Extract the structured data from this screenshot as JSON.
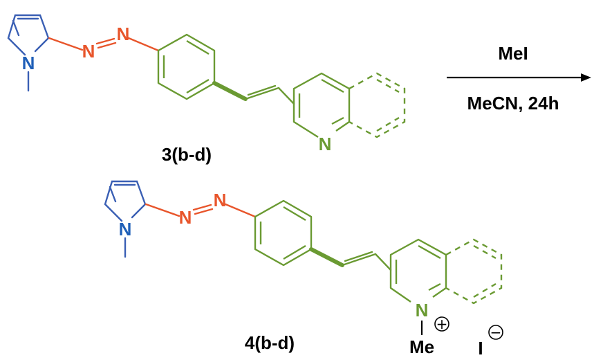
{
  "colors": {
    "pyrrole": "#3a5fb4",
    "nitrogen_blue": "#1f5fb8",
    "azo": "#e8552b",
    "styryl": "#6a9a32",
    "text": "#000000"
  },
  "reaction": {
    "reagent": "MeI",
    "conditions": "MeCN, 24h"
  },
  "compounds": {
    "reactant": {
      "label": "3(b-d)",
      "atom_n_pyrrole": "N",
      "atom_n_azo1": "N",
      "atom_n_azo2": "N",
      "atom_n_quinoline": "N"
    },
    "product": {
      "label": "4(b-d)",
      "atom_n_pyrrole": "N",
      "atom_n_azo1": "N",
      "atom_n_azo2": "N",
      "atom_n_quinolinium": "N",
      "methyl": "Me",
      "cation_charge": "+",
      "counterion": "I",
      "anion_charge": "−"
    }
  }
}
